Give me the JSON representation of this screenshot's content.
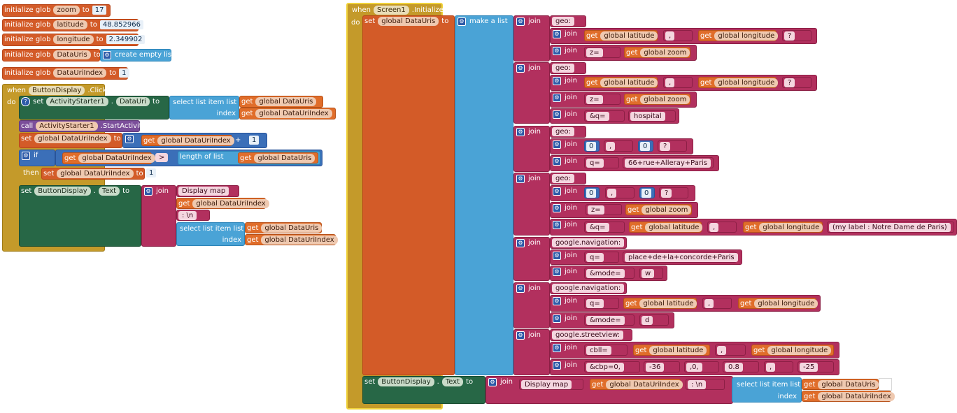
{
  "kw": {
    "initialize_glob": "initialize glob",
    "to": "to",
    "when": "when",
    "do": "do",
    "set": "set",
    "get": "get",
    "join": "join",
    "call": "call",
    "if": "if",
    "then": "then",
    "make_a_list": "make a list",
    "create_empty_list": "create empty list",
    "select_list_item_list": "select list item  list",
    "index": "index",
    "length_of_list": "length of list",
    "list": "list",
    "plus": "+",
    "gt": ">"
  },
  "globals": {
    "zoom": {
      "name": "zoom",
      "value": "17"
    },
    "latitude": {
      "name": "latitude",
      "value": "48.852966"
    },
    "longitude": {
      "name": "longitude",
      "value": "2.349902"
    },
    "datauris": {
      "name": "DataUris"
    },
    "datauriindex": {
      "name": "DataUriIndex",
      "value": "1"
    }
  },
  "event_button": {
    "component": "ButtonDisplay",
    "event": ".Click",
    "starter": "ActivityStarter1",
    "prop_datauri": "DataUri",
    "method": ".StartActivity",
    "btn_prop": "Text",
    "g_datauris": "global DataUris",
    "g_index": "global DataUriIndex",
    "one": "1",
    "display_map": "Display map",
    "newline": ": \\n"
  },
  "event_screen": {
    "component": "Screen1",
    "event": ".Initialize",
    "g_datauris": "global DataUris",
    "g_lat": "global latitude",
    "g_lon": "global longitude",
    "g_zoom": "global zoom",
    "g_index": "global DataUriIndex",
    "s_geo": "geo:",
    "s_comma": ",",
    "s_q": "?",
    "s_z": "z=",
    "s_qeq": "q=",
    "s_and_q": "&q=",
    "s_hospital": "hospital",
    "n0": "0",
    "s_street": "66+rue+Alleray+Paris",
    "s_label": "(my label : Notre Dame de Paris)",
    "s_gnav": "google.navigation:",
    "s_concorde": "place+de+la+concorde+Paris",
    "s_mode": "&mode=",
    "s_w": "w",
    "s_d": "d",
    "s_sv": "google.streetview:",
    "s_cbll": "cbll=",
    "s_cbp": "&cbp=0,",
    "s_m36": "-36",
    "s_c0": ",0,",
    "s_08": "0.8",
    "s_m25": "-25",
    "btn": "ButtonDisplay",
    "btn_prop": "Text",
    "display_map": "Display map",
    "newline": ": \\n"
  }
}
